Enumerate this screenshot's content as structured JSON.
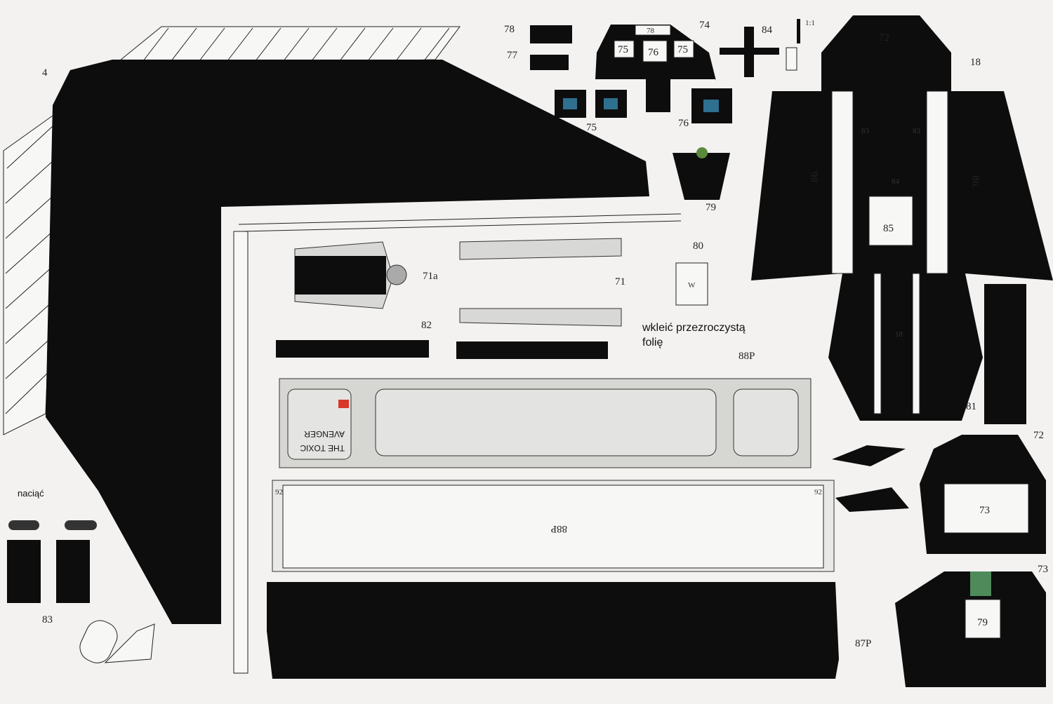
{
  "sheet": {
    "part_labels": {
      "p4": "4",
      "p78": "78",
      "p77": "77",
      "p74": "74",
      "p74_78": "78",
      "p74_75a": "75",
      "p74_76": "76",
      "p74_75b": "75",
      "p84": "84",
      "scale": "1:1",
      "p72_top": "72",
      "p18": "18",
      "p75": "75",
      "p76": "76",
      "p83a": "83",
      "p83b": "83",
      "p86a": "86.",
      "p86b": "86.",
      "p84_small": "84",
      "p85": "85",
      "p79": "79",
      "p80": "80",
      "p80_w": "W",
      "p71a": "71a",
      "p71": "71",
      "p82": "82",
      "p88P": "88P",
      "p92a": "92",
      "p92b": "92",
      "p88P_inner": "88P",
      "p18_rot": "18",
      "p81": "81",
      "p72": "72",
      "p73a": "73",
      "p73b": "73",
      "p79b": "79",
      "p87P": "87P",
      "p83": "83"
    },
    "instructions": {
      "window_film_line1": "wkleić przezroczystą",
      "window_film_line2": "folię",
      "cut": "naciąć"
    },
    "decal": {
      "line1": "THE TOXIC",
      "line2": "AVENGER"
    },
    "colors": {
      "paper": "#f3f2f0",
      "ink": "#0d0d0d",
      "screen": "#2f6f8f",
      "decal_red": "#d9362a"
    }
  }
}
